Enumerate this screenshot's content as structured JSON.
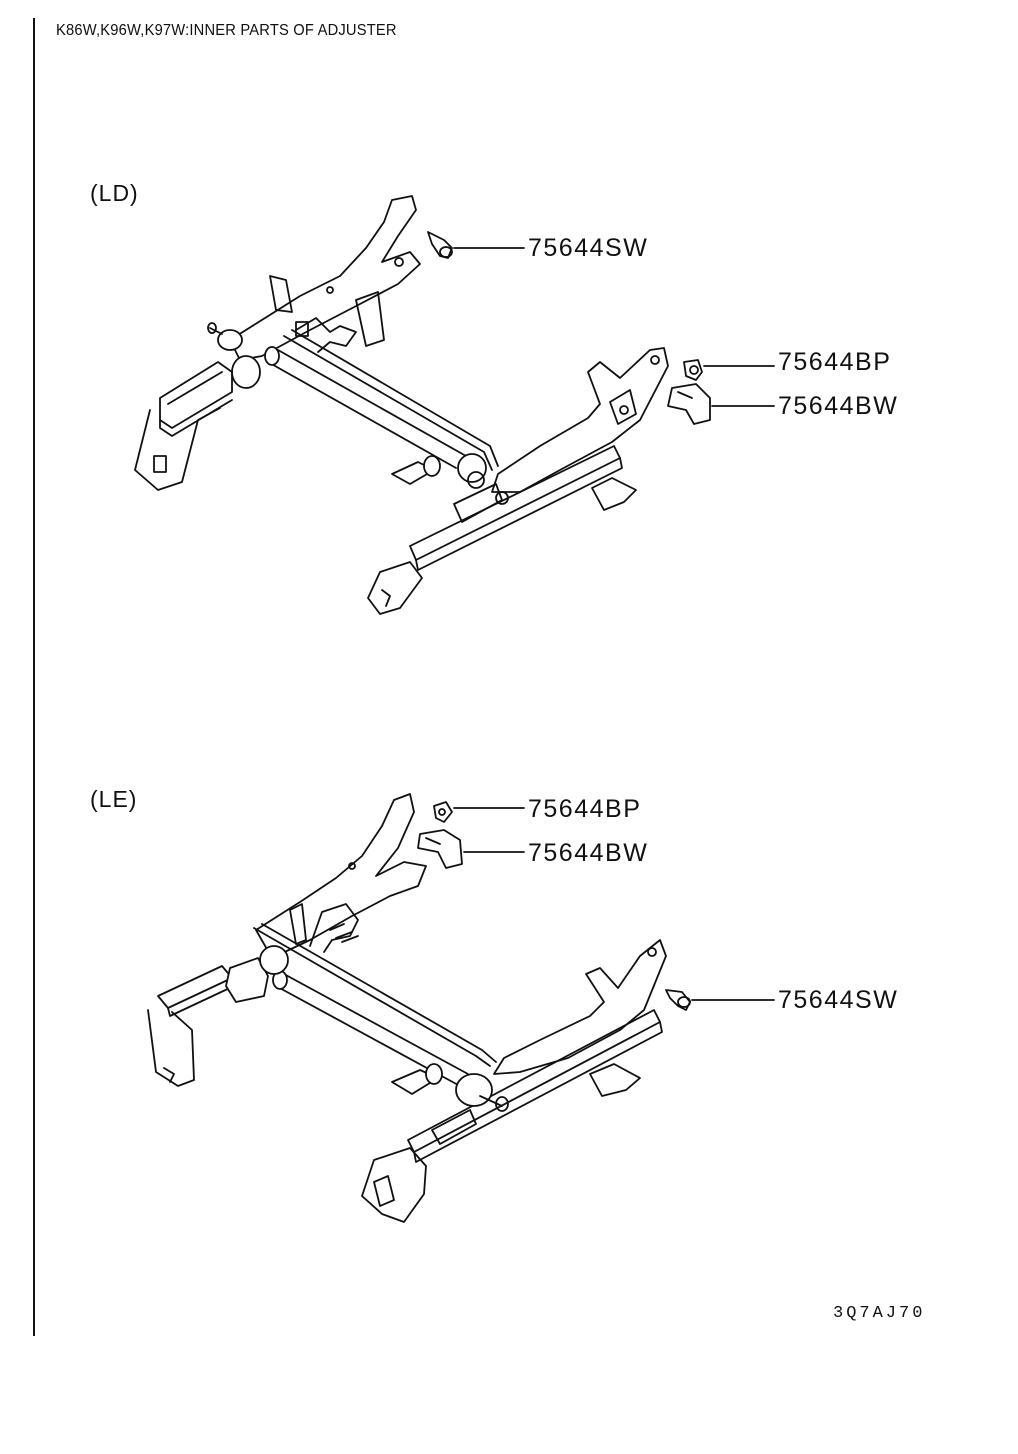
{
  "header": {
    "title": "K86W,K96W,K97W:INNER PARTS OF ADJUSTER"
  },
  "variants": [
    {
      "label": "(LD)",
      "callouts": [
        {
          "part_number": "75644SW"
        },
        {
          "part_number": "75644BP"
        },
        {
          "part_number": "75644BW"
        }
      ]
    },
    {
      "label": "(LE)",
      "callouts": [
        {
          "part_number": "75644BP"
        },
        {
          "part_number": "75644BW"
        },
        {
          "part_number": "75644SW"
        }
      ]
    }
  ],
  "footer": {
    "reference_code": "3Q7AJ70"
  }
}
